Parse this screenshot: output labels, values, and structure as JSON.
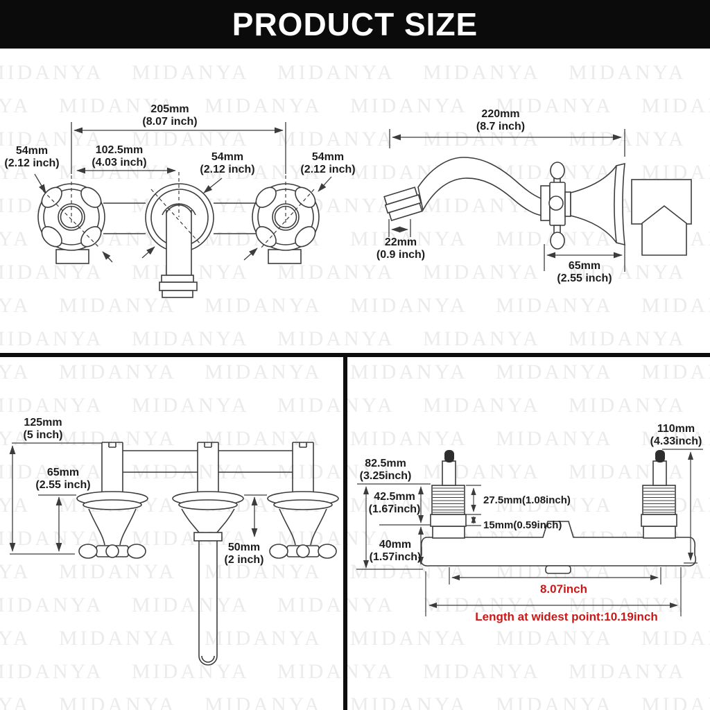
{
  "title": "PRODUCT SIZE",
  "watermark": {
    "text": "MIDANYA"
  },
  "colors": {
    "banner_bg": "#0b0b0b",
    "banner_text": "#ffffff",
    "line_art": "#3c3c3c",
    "dimension_text": "#1c1c1c",
    "accent_red": "#cc1717",
    "watermark_color": "#ebebeb"
  },
  "views": {
    "front": {
      "overall": {
        "mm": "205mm",
        "inch": "(8.07 inch)"
      },
      "center_to_handle": {
        "mm": "102.5mm",
        "inch": "(4.03 inch)"
      },
      "left_handle": {
        "mm": "54mm",
        "inch": "(2.12 inch)"
      },
      "center_escutcheon": {
        "mm": "54mm",
        "inch": "(2.12 inch)"
      },
      "right_handle": {
        "mm": "54mm",
        "inch": "(2.12 inch)"
      }
    },
    "side": {
      "spout_reach": {
        "mm": "220mm",
        "inch": "(8.7 inch)"
      },
      "spout_tip": {
        "mm": "22mm",
        "inch": "(0.9 inch)"
      },
      "flange_width": {
        "mm": "65mm",
        "inch": "(2.55 inch)"
      }
    },
    "top": {
      "total_depth": {
        "mm": "125mm",
        "inch": "(5 inch)"
      },
      "handle_depth": {
        "mm": "65mm",
        "inch": "(2.55 inch)"
      },
      "spout_drop": {
        "mm": "50mm",
        "inch": "(2 inch)"
      }
    },
    "valve": {
      "stem_to_base": {
        "mm": "82.5mm",
        "inch": "(3.25inch)"
      },
      "upper_section": {
        "mm": "42.5mm",
        "inch": "(1.67inch)"
      },
      "thread_length": {
        "text": "27.5mm(1.08inch)"
      },
      "collar_height": {
        "text": "15mm(0.59inch)"
      },
      "body_height": {
        "mm": "40mm",
        "inch": "(1.57inch)"
      },
      "total_height": {
        "mm": "110mm",
        "inch": "(4.33inch)"
      },
      "hole_span": {
        "text": "8.07inch"
      },
      "widest_point": {
        "text": "Length at widest point:10.19inch"
      }
    }
  }
}
